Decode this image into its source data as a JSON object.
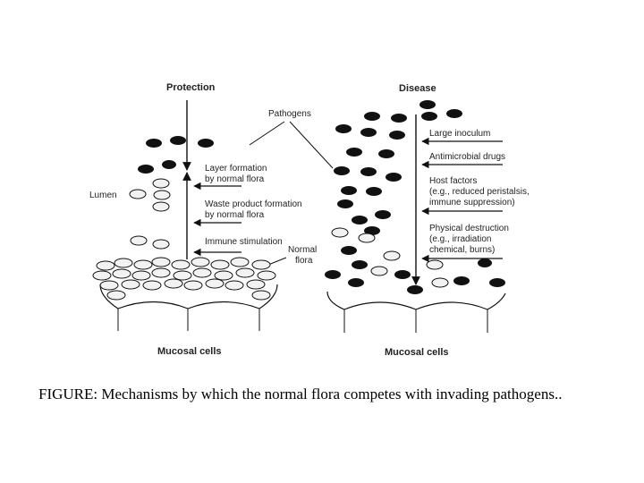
{
  "diagram": {
    "left_panel": {
      "title": "Protection",
      "lumen_label": "Lumen",
      "mechanisms": [
        "Layer formation",
        "by normal flora",
        "Waste product formation",
        "by normal flora",
        "Immune stimulation"
      ],
      "normal_flora_label": [
        "Normal",
        "flora"
      ],
      "mucosal_label": "Mucosal cells"
    },
    "pathogens_label": "Pathogens",
    "right_panel": {
      "title": "Disease",
      "factors": [
        "Large inoculum",
        "Antimicrobial drugs",
        "Host factors",
        "(e.g., reduced peristalsis,",
        "immune suppression)",
        "Physical destruction",
        "(e.g., irradiation",
        "chemical, burns)"
      ],
      "mucosal_label": "Mucosal cells"
    },
    "colors": {
      "ink": "#111111",
      "flora_fill": "#f2f2f2"
    }
  },
  "caption": "FIGURE: Mechanisms by which the normal flora competes with invading pathogens.."
}
